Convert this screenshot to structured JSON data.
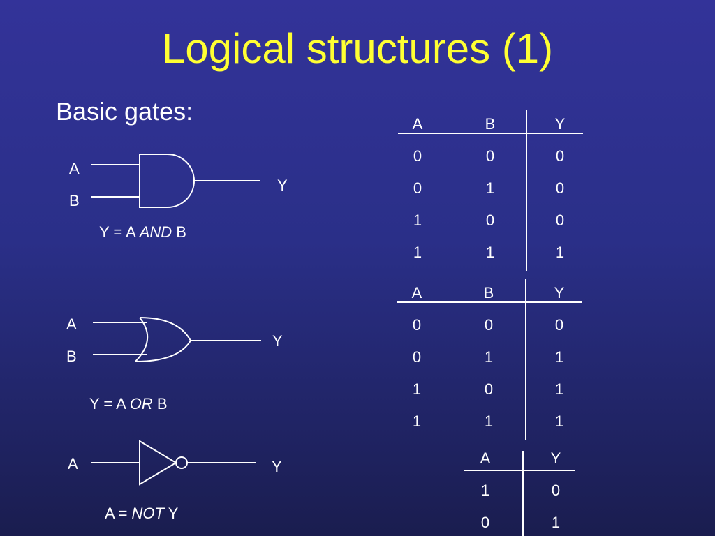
{
  "slide": {
    "title": "Logical structures (1)",
    "subtitle": "Basic gates:"
  },
  "and_gate": {
    "input_a": "A",
    "input_b": "B",
    "output": "Y",
    "eq_left": "Y = A ",
    "eq_op": "AND",
    "eq_right": " B"
  },
  "or_gate": {
    "input_a": "A",
    "input_b": "B",
    "output": "Y",
    "eq_left": "Y = A ",
    "eq_op": "OR",
    "eq_right": " B"
  },
  "not_gate": {
    "input_a": "A",
    "output": "Y",
    "eq_left": "A = ",
    "eq_op": "NOT",
    "eq_right": " Y"
  },
  "and_table": {
    "headers": [
      "A",
      "B",
      "Y"
    ],
    "rows": [
      [
        "0",
        "0",
        "0"
      ],
      [
        "0",
        "1",
        "0"
      ],
      [
        "1",
        "0",
        "0"
      ],
      [
        "1",
        "1",
        "1"
      ]
    ]
  },
  "or_table": {
    "headers": [
      "A",
      "B",
      "Y"
    ],
    "rows": [
      [
        "0",
        "0",
        "0"
      ],
      [
        "0",
        "1",
        "1"
      ],
      [
        "1",
        "0",
        "1"
      ],
      [
        "1",
        "1",
        "1"
      ]
    ]
  },
  "not_table": {
    "headers": [
      "A",
      "Y"
    ],
    "rows": [
      [
        "1",
        "0"
      ],
      [
        "0",
        "1"
      ]
    ]
  }
}
